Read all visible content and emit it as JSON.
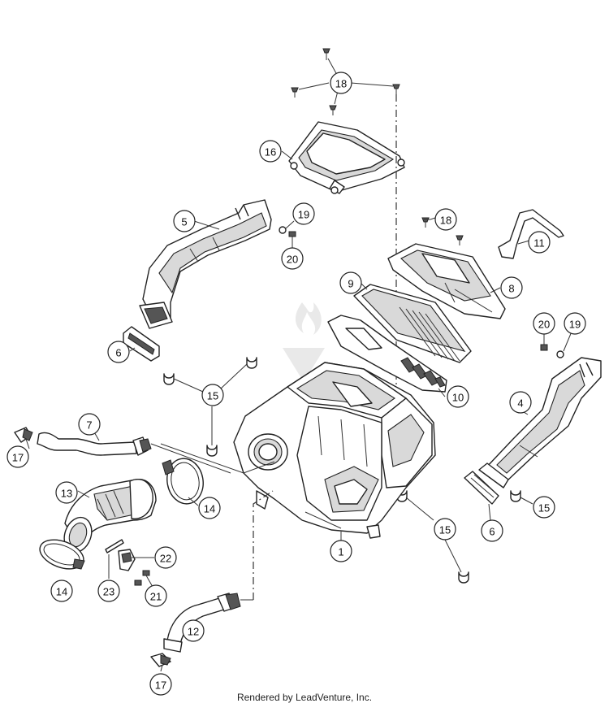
{
  "diagram": {
    "credit": "Rendered by LeadVenture, Inc.",
    "callouts": [
      {
        "id": "c18a",
        "label": "18"
      },
      {
        "id": "c16",
        "label": "16"
      },
      {
        "id": "c5",
        "label": "5"
      },
      {
        "id": "c19a",
        "label": "19"
      },
      {
        "id": "c20a",
        "label": "20"
      },
      {
        "id": "c18b",
        "label": "18"
      },
      {
        "id": "c11",
        "label": "11"
      },
      {
        "id": "c9",
        "label": "9"
      },
      {
        "id": "c8",
        "label": "8"
      },
      {
        "id": "c6a",
        "label": "6"
      },
      {
        "id": "c20b",
        "label": "20"
      },
      {
        "id": "c19b",
        "label": "19"
      },
      {
        "id": "c15a",
        "label": "15"
      },
      {
        "id": "c10",
        "label": "10"
      },
      {
        "id": "c4",
        "label": "4"
      },
      {
        "id": "c7",
        "label": "7"
      },
      {
        "id": "c17a",
        "label": "17"
      },
      {
        "id": "c13",
        "label": "13"
      },
      {
        "id": "c14a",
        "label": "14"
      },
      {
        "id": "c15b",
        "label": "15"
      },
      {
        "id": "c15c",
        "label": "15"
      },
      {
        "id": "c6b",
        "label": "6"
      },
      {
        "id": "c1",
        "label": "1"
      },
      {
        "id": "c22",
        "label": "22"
      },
      {
        "id": "c14b",
        "label": "14"
      },
      {
        "id": "c23",
        "label": "23"
      },
      {
        "id": "c21",
        "label": "21"
      },
      {
        "id": "c12",
        "label": "12"
      },
      {
        "id": "c17b",
        "label": "17"
      }
    ]
  }
}
